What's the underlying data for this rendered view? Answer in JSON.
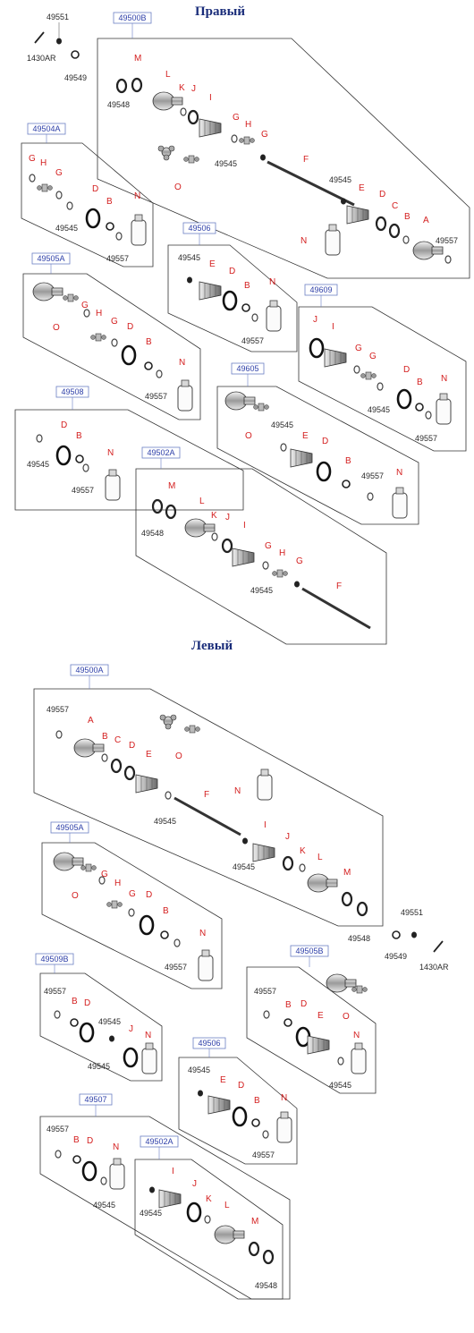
{
  "titles": {
    "right": "Правый",
    "left": "Левый"
  },
  "part_numbers": {
    "p49551": "49551",
    "p1430ar": "1430AR",
    "p49549": "49549",
    "p49548": "49548",
    "p49545": "49545",
    "p49557": "49557"
  },
  "groups": {
    "g49500B": "49500B",
    "g49504A": "49504A",
    "g49505A": "49505A",
    "g49506": "49506",
    "g49609": "49609",
    "g49605": "49605",
    "g49508": "49508",
    "g49502A": "49502A",
    "g49500A": "49500A",
    "g49509B": "49509B",
    "g49505B": "49505B",
    "g49507": "49507"
  },
  "letters": {
    "A": "A",
    "B": "B",
    "C": "C",
    "D": "D",
    "E": "E",
    "F": "F",
    "G": "G",
    "H": "H",
    "I": "I",
    "J": "J",
    "K": "K",
    "L": "L",
    "M": "M",
    "N": "N",
    "O": "O"
  },
  "colors": {
    "letter": "#d42020",
    "group": "#2d3fa8",
    "title": "#1a2d7a",
    "line": "#333333"
  }
}
